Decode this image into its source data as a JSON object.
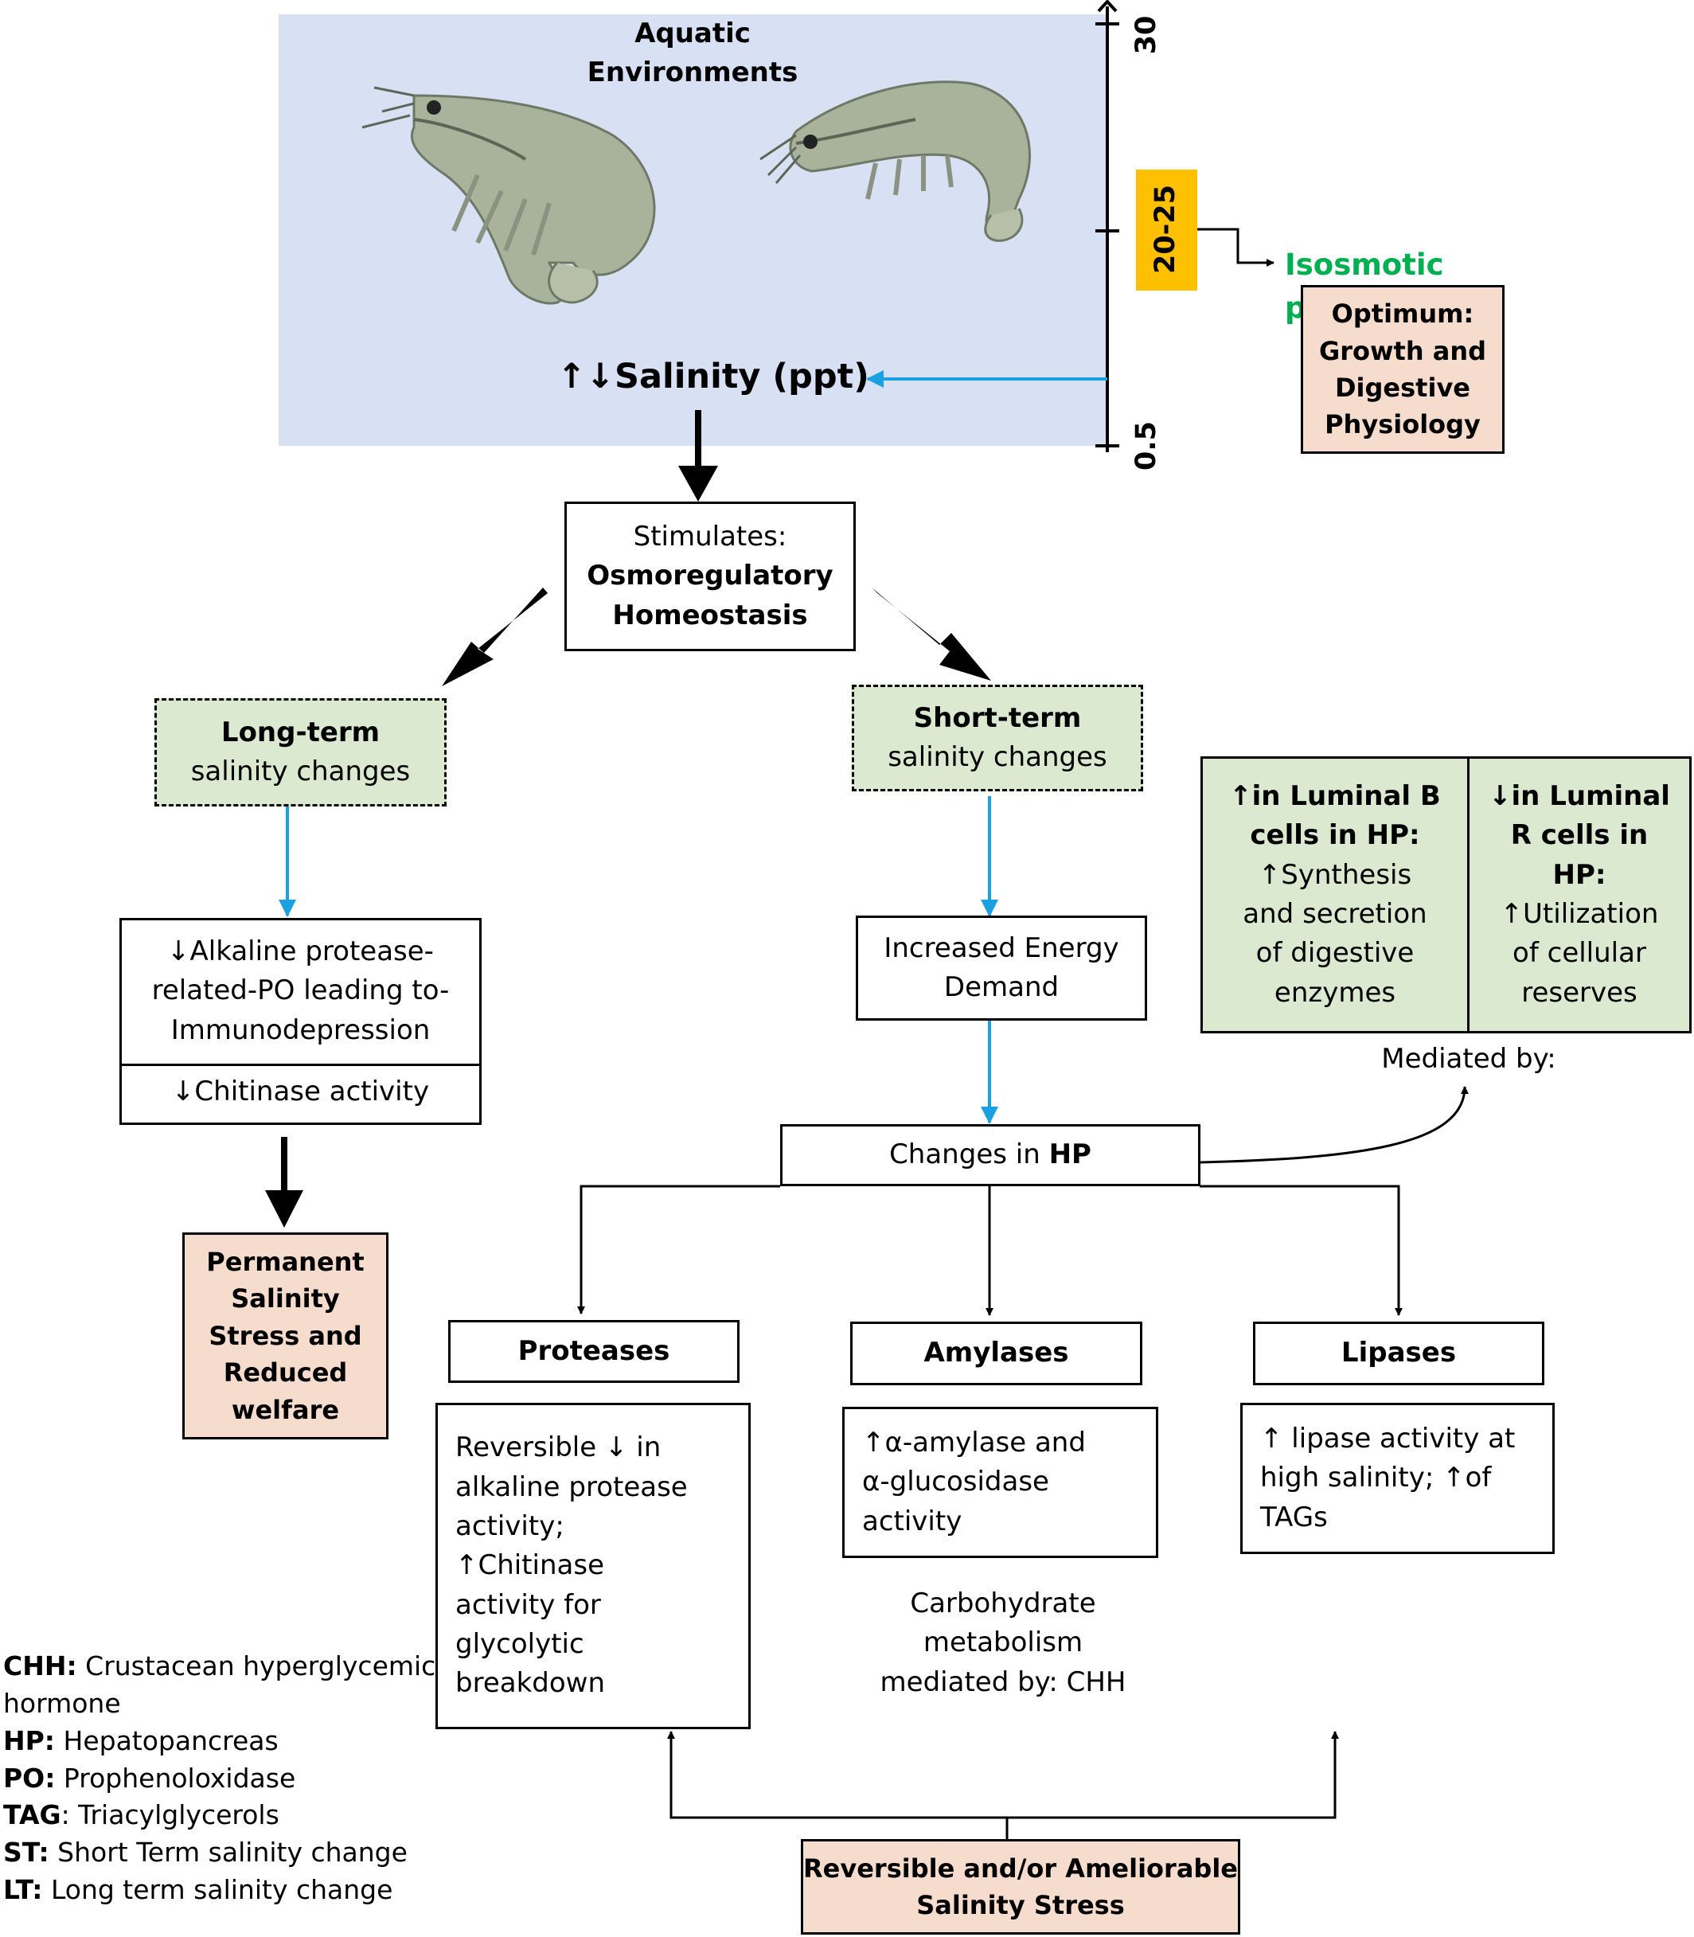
{
  "environment": {
    "title_line1": "Aquatic",
    "title_line2": "Environments",
    "salinity_label": "↑↓Salinity (ppt)",
    "scale_top": "30",
    "scale_mid": "20-25",
    "scale_bottom": "0.5",
    "isosmotic_label": "Isosmotic point",
    "optimum": [
      "Optimum:",
      "Growth and",
      "Digestive",
      "Physiology"
    ]
  },
  "stimulates": {
    "prefix": "Stimulates:",
    "line1": "Osmoregulatory",
    "line2": "Homeostasis"
  },
  "long_term": {
    "bold": "Long-term",
    "text": "salinity changes"
  },
  "short_term": {
    "bold": "Short-term",
    "text": "salinity changes"
  },
  "lt_effects": {
    "line1": "↓Alkaline protease-",
    "line2": "related-PO leading to-",
    "line3": "Immunodepression",
    "chitinase": "↓Chitinase activity"
  },
  "permanent": [
    "Permanent",
    "Salinity",
    "Stress and",
    "Reduced",
    "welfare"
  ],
  "energy": {
    "line1": "Increased Energy",
    "line2": "Demand"
  },
  "hp": {
    "prefix": "Changes in ",
    "bold": "HP"
  },
  "luminal_b": {
    "bold1": "↑in Luminal B",
    "bold2": "cells in HP:",
    "lines": [
      "↑Synthesis",
      "and secretion",
      "of digestive",
      "enzymes"
    ]
  },
  "luminal_r": {
    "bold1": "↓in Luminal",
    "bold2": "R cells in",
    "bold3": "HP:",
    "lines": [
      "↑Utilization",
      "of cellular",
      "reserves"
    ]
  },
  "mediated_by": "Mediated by:",
  "enzymes": {
    "proteases": "Proteases",
    "amylases": "Amylases",
    "lipases": "Lipases"
  },
  "protease_desc": [
    "Reversible ↓ in",
    "alkaline protease",
    "activity;",
    "↑Chitinase",
    "activity for",
    "glycolytic",
    "breakdown"
  ],
  "amylase_desc": [
    "↑α-amylase and",
    "α-glucosidase",
    "activity"
  ],
  "lipase_desc": [
    "↑ lipase activity at",
    "high salinity; ↑of",
    "TAGs"
  ],
  "carb": [
    "Carbohydrate",
    "metabolism",
    "mediated by: CHH"
  ],
  "reversible": [
    "Reversible and/or Ameliorable",
    "Salinity Stress"
  ],
  "legend": [
    {
      "abbr": "CHH:",
      "text": " Crustacean hyperglycemic"
    },
    {
      "abbr": "",
      "text": "hormone"
    },
    {
      "abbr": "HP:",
      "text": " Hepatopancreas"
    },
    {
      "abbr": "PO:",
      "text": " Prophenoloxidase"
    },
    {
      "abbr": "TAG",
      "text": ": Triacylglycerols"
    },
    {
      "abbr": "ST:",
      "text": " Short Term salinity change"
    },
    {
      "abbr": "LT:",
      "text": " Long term salinity change"
    }
  ],
  "colors": {
    "env_bg": "#d8e1f3",
    "green_box": "#dbe9d0",
    "peach_box": "#f6dccd",
    "badge": "#ffc000",
    "isosmotic": "#00b050",
    "blue_arrow": "#1ba1e2"
  }
}
